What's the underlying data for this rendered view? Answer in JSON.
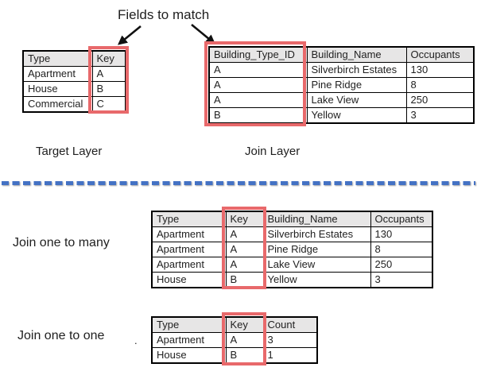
{
  "labels": {
    "fields_to_match": "Fields to match",
    "target_layer": "Target Layer",
    "join_layer": "Join Layer",
    "join_one_to_many": "Join one to many",
    "join_one_to_one": "Join one to one",
    "stray_dot": "."
  },
  "colors": {
    "highlight_red": "#E8696B",
    "divider_blue": "#4472C4",
    "header_gray": "#E7E6E6"
  },
  "icons": {
    "arrow_to_target_key": "down-left-arrow",
    "arrow_to_join_key": "down-right-arrow"
  },
  "tables": {
    "target": {
      "headers": [
        "Type",
        "Key"
      ],
      "rows": [
        [
          "Apartment",
          "A"
        ],
        [
          "House",
          "B"
        ],
        [
          "Commercial",
          "C"
        ]
      ]
    },
    "join": {
      "headers": [
        "Building_Type_ID",
        "Building_Name",
        "Occupants"
      ],
      "rows": [
        [
          "A",
          "Silverbirch Estates",
          "130"
        ],
        [
          "A",
          "Pine Ridge",
          "8"
        ],
        [
          "A",
          "Lake View",
          "250"
        ],
        [
          "B",
          "Yellow",
          "3"
        ]
      ]
    },
    "one_to_many": {
      "headers": [
        "Type",
        "Key",
        "Building_Name",
        "Occupants"
      ],
      "rows": [
        [
          "Apartment",
          "A",
          "Silverbirch Estates",
          "130"
        ],
        [
          "Apartment",
          "A",
          "Pine Ridge",
          "8"
        ],
        [
          "Apartment",
          "A",
          "Lake View",
          "250"
        ],
        [
          "House",
          "B",
          "Yellow",
          "3"
        ]
      ]
    },
    "one_to_one": {
      "headers": [
        "Type",
        "Key",
        "Count"
      ],
      "rows": [
        [
          "Apartment",
          "A",
          "3"
        ],
        [
          "House",
          "B",
          "1"
        ]
      ]
    }
  }
}
